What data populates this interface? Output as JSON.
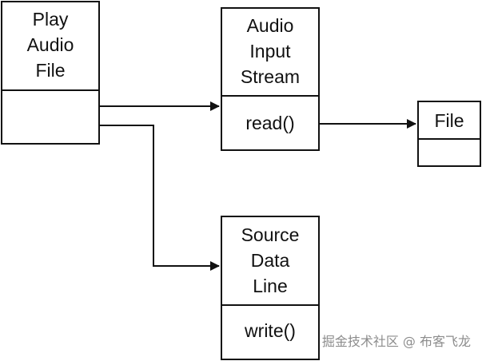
{
  "boxes": {
    "play_audio_file": {
      "title_lines": [
        "Play",
        "Audio",
        "File"
      ],
      "method": ""
    },
    "audio_input_stream": {
      "title_lines": [
        "Audio",
        "Input",
        "Stream"
      ],
      "method": "read()"
    },
    "file": {
      "title_lines": [
        "File"
      ],
      "method": ""
    },
    "source_data_line": {
      "title_lines": [
        "Source",
        "Data",
        "Line"
      ],
      "method": "write()"
    }
  },
  "watermark": "掘金技术社区 @ 布客飞龙"
}
